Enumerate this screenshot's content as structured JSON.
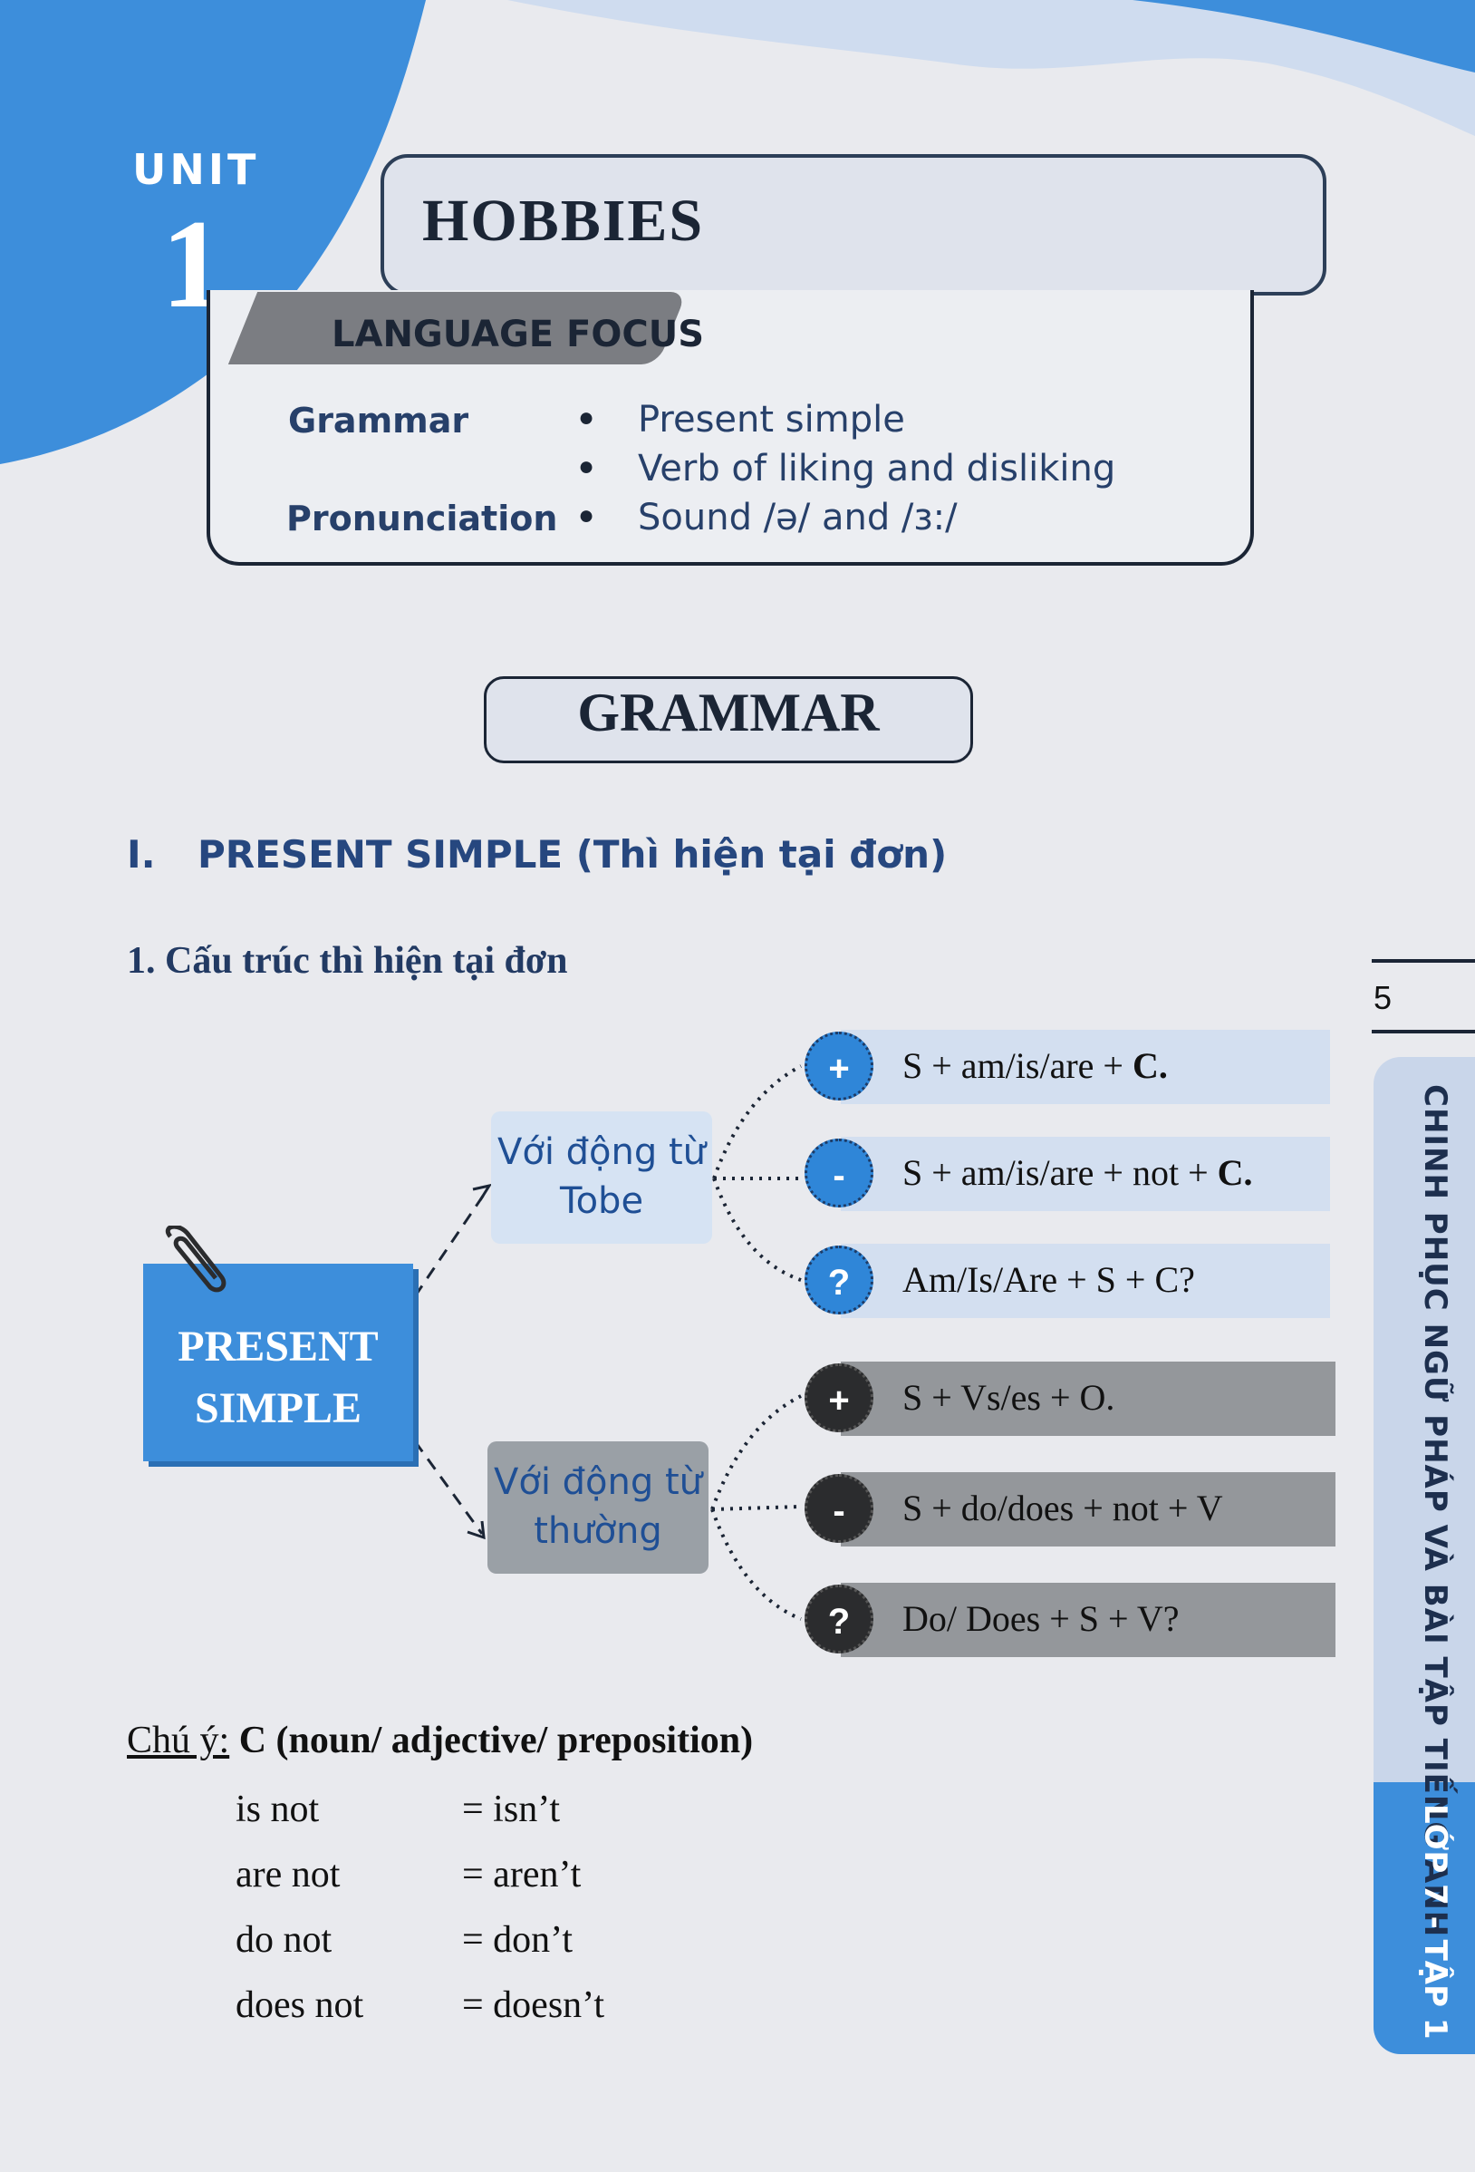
{
  "header": {
    "unit_label": "UNIT",
    "unit_number": "1",
    "title": "HOBBIES",
    "focus_label": "LANGUAGE FOCUS"
  },
  "language_focus": {
    "grammar_label": "Grammar",
    "pronunciation_label": "Pronunciation",
    "items": [
      "Present simple",
      "Verb of liking and disliking",
      "Sound /ə/ and /ɜ:/"
    ]
  },
  "grammar_heading": "GRAMMAR",
  "section": {
    "number": "I.",
    "title": "PRESENT SIMPLE (Thì hiện tại đơn)",
    "sub_title": "1. Cấu trúc thì hiện tại đơn"
  },
  "diagram": {
    "root_label_1": "PRESENT",
    "root_label_2": "SIMPLE",
    "tobe_line1": "Với động từ",
    "tobe_line2": "Tobe",
    "thuong_line1": "Với động từ",
    "thuong_line2": "thường",
    "tobe_forms": [
      {
        "sign": "+",
        "formula": "S + am/is/are + ",
        "bold": "C."
      },
      {
        "sign": "-",
        "formula": "S + am/is/are + not + ",
        "bold": "C."
      },
      {
        "sign": "?",
        "formula": "Am/Is/Are + S + C?",
        "bold": ""
      }
    ],
    "verb_forms": [
      {
        "sign": "+",
        "formula": "S + Vs/es + O."
      },
      {
        "sign": "-",
        "formula": "S + do/does + not + V"
      },
      {
        "sign": "?",
        "formula": "Do/ Does + S + V?"
      }
    ]
  },
  "note": {
    "label": "Chú ý:",
    "text": " C (noun/ adjective/ preposition)",
    "contractions": [
      {
        "full": "is not",
        "short": "= isn’t"
      },
      {
        "full": "are not",
        "short": "= aren’t"
      },
      {
        "full": "do not",
        "short": "= don’t"
      },
      {
        "full": "does not",
        "short": "= doesn’t"
      }
    ]
  },
  "side": {
    "page_number": "5",
    "book_title": "CHINH PHỤC NGỮ PHÁP VÀ BÀI TẬP TIẾNG ANH",
    "grade": "LỚP 7 - TẬP 1"
  },
  "colors": {
    "accent_blue": "#3d8edb",
    "dark_navy": "#1b2535",
    "light_blue": "#d3dff0",
    "gray": "#94979b"
  }
}
